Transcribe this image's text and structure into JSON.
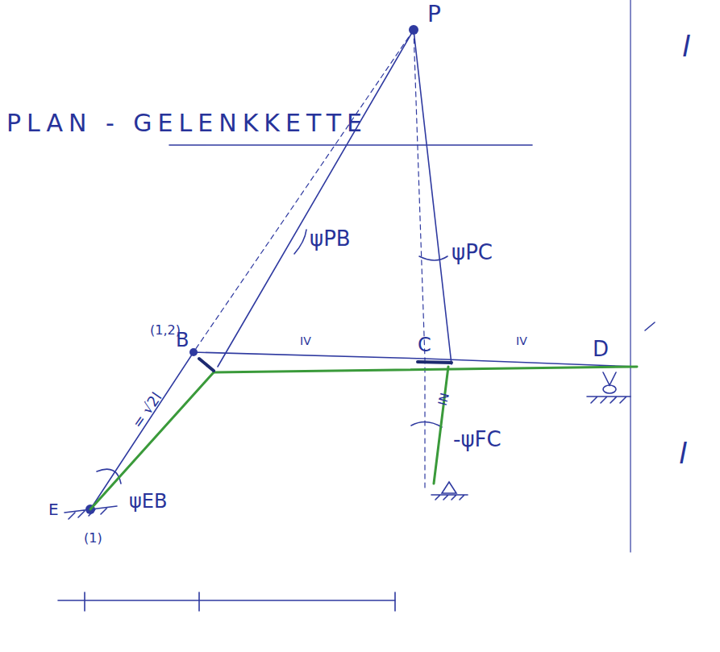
{
  "diagram": {
    "title": "PLAN - GELENKKETTE",
    "labels": [
      "P",
      "ψPB",
      "ψPC",
      "(1,2)",
      "B",
      "IV",
      "C",
      "IV",
      "D",
      "= √2l",
      "IN",
      "-ψFC",
      "E",
      "(1)",
      "ψEB",
      "l",
      "l"
    ]
  }
}
